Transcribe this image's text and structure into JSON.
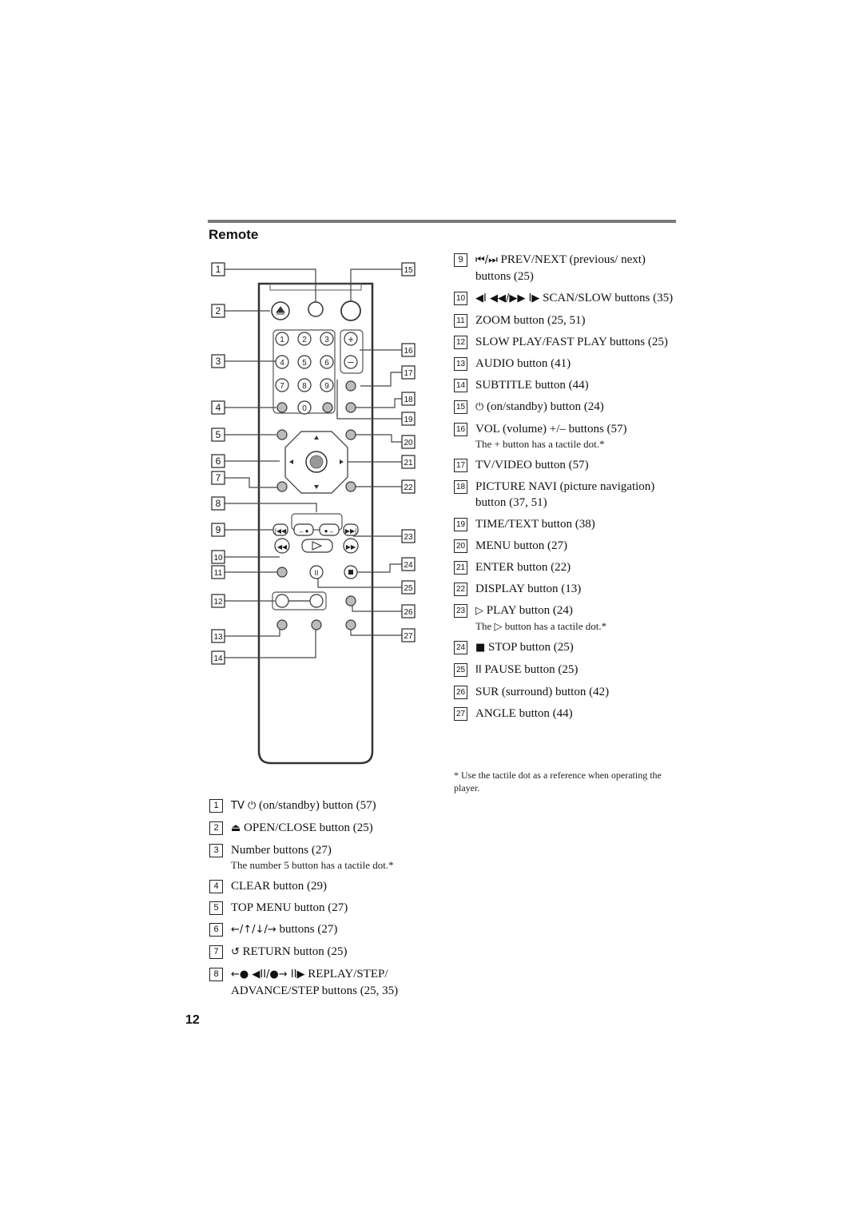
{
  "section_title": "Remote",
  "page_number": "12",
  "footnote": "* Use the tactile dot as a reference when operating the player.",
  "diagram_labels": [
    "1",
    "2",
    "3",
    "4",
    "5",
    "6",
    "7",
    "8",
    "9",
    "10",
    "11",
    "12",
    "13",
    "14",
    "15",
    "16",
    "17",
    "18",
    "19",
    "20",
    "21",
    "22",
    "23",
    "24",
    "25",
    "26",
    "27"
  ],
  "keypad": [
    "1",
    "2",
    "3",
    "4",
    "5",
    "6",
    "7",
    "8",
    "9",
    "0"
  ],
  "volume_keys": [
    "+",
    "–"
  ],
  "left_items": [
    {
      "num": "1",
      "glyph": "TV ⏻",
      "text": "(on/standby) button (57)",
      "note": ""
    },
    {
      "num": "2",
      "glyph": "⏏",
      "text": "OPEN/CLOSE button (25)",
      "note": ""
    },
    {
      "num": "3",
      "glyph": "",
      "text": "Number buttons (27)",
      "note": "The number 5 button has a tactile dot.*"
    },
    {
      "num": "4",
      "glyph": "",
      "text": "CLEAR button (29)",
      "note": ""
    },
    {
      "num": "5",
      "glyph": "",
      "text": "TOP MENU button (27)",
      "note": ""
    },
    {
      "num": "6",
      "glyph": "←/↑/↓/→",
      "text": "buttons (27)",
      "note": ""
    },
    {
      "num": "7",
      "glyph": "↺",
      "text": "RETURN button (25)",
      "note": ""
    },
    {
      "num": "8",
      "glyph": "←● ◀II/●→ II▶",
      "text": "REPLAY/STEP/ ADVANCE/STEP buttons (25, 35)",
      "note": ""
    }
  ],
  "right_items": [
    {
      "num": "9",
      "glyph": "⏮/⏭",
      "text": "PREV/NEXT (previous/ next) buttons (25)",
      "note": ""
    },
    {
      "num": "10",
      "glyph": "◀I ◀◀/▶▶ I▶",
      "text": "SCAN/SLOW buttons (35)",
      "note": ""
    },
    {
      "num": "11",
      "glyph": "",
      "text": "ZOOM button (25, 51)",
      "note": ""
    },
    {
      "num": "12",
      "glyph": "",
      "text": "SLOW PLAY/FAST PLAY buttons (25)",
      "note": ""
    },
    {
      "num": "13",
      "glyph": "",
      "text": "AUDIO button (41)",
      "note": ""
    },
    {
      "num": "14",
      "glyph": "",
      "text": "SUBTITLE button (44)",
      "note": ""
    },
    {
      "num": "15",
      "glyph": "⏻",
      "text": "(on/standby) button (24)",
      "note": ""
    },
    {
      "num": "16",
      "glyph": "",
      "text": "VOL (volume) +/– buttons (57)",
      "note": "The + button has a tactile dot.*"
    },
    {
      "num": "17",
      "glyph": "",
      "text": "TV/VIDEO button (57)",
      "note": ""
    },
    {
      "num": "18",
      "glyph": "",
      "text": "PICTURE NAVI (picture navigation) button (37, 51)",
      "note": ""
    },
    {
      "num": "19",
      "glyph": "",
      "text": "TIME/TEXT button (38)",
      "note": ""
    },
    {
      "num": "20",
      "glyph": "",
      "text": "MENU button (27)",
      "note": ""
    },
    {
      "num": "21",
      "glyph": "",
      "text": "ENTER button (22)",
      "note": ""
    },
    {
      "num": "22",
      "glyph": "",
      "text": "DISPLAY button (13)",
      "note": ""
    },
    {
      "num": "23",
      "glyph": "▷",
      "text": "PLAY button (24)",
      "note": "The ▷ button has a tactile dot.*"
    },
    {
      "num": "24",
      "glyph": "■",
      "text": "STOP button (25)",
      "note": ""
    },
    {
      "num": "25",
      "glyph": "II",
      "text": "PAUSE button (25)",
      "note": ""
    },
    {
      "num": "26",
      "glyph": "",
      "text": "SUR (surround) button (42)",
      "note": ""
    },
    {
      "num": "27",
      "glyph": "",
      "text": "ANGLE button (44)",
      "note": ""
    }
  ]
}
